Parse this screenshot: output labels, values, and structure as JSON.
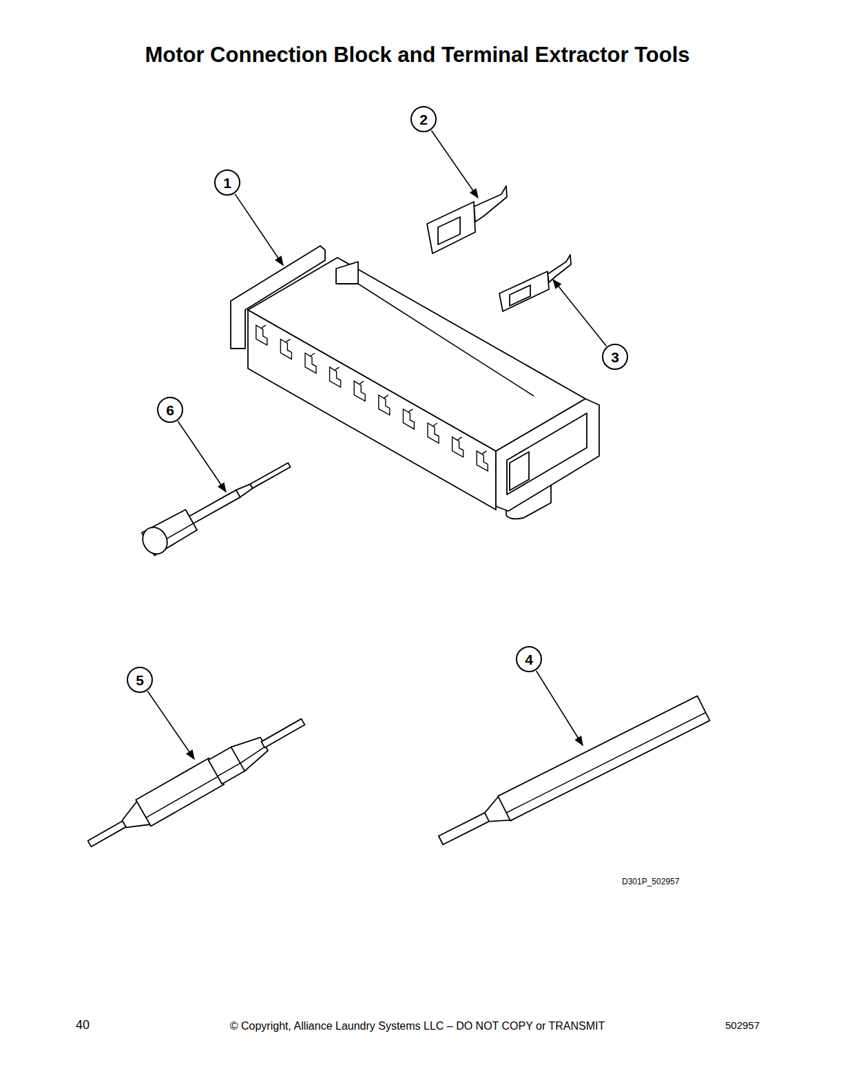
{
  "diagram": {
    "title": "Motor Connection Block and Terminal Extractor Tools",
    "nodes": [
      {
        "text": [
          "1"
        ]
      },
      {
        "text": [
          "2"
        ]
      },
      {
        "text": [
          "3"
        ]
      },
      {
        "text": [
          "4"
        ]
      },
      {
        "text": [
          "5"
        ]
      },
      {
        "text": [
          "6"
        ]
      }
    ],
    "labels": [
      "D301P_502957",
      "40",
      "© Copyright, Alliance Laundry Systems LLC – DO NOT COPY or TRANSMIT",
      "502957"
    ]
  }
}
